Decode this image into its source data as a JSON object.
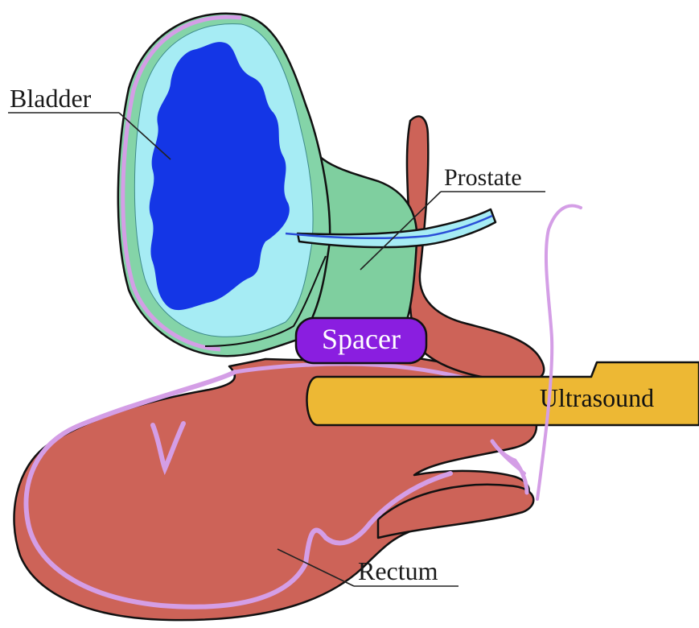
{
  "labels": {
    "bladder": "Bladder",
    "prostate": "Prostate",
    "spacer": "Spacer",
    "ultrasound": "Ultrasound",
    "rectum": "Rectum"
  },
  "colors": {
    "bladder_outer": "#84d4a8",
    "bladder_wall": "#a6ecf4",
    "bladder_lumen": "#1436e6",
    "urethra": "#2a4ed8",
    "prostate": "#7fcf9f",
    "spacer": "#8a1ee0",
    "ultrasound_probe": "#edb834",
    "rectum": "#cd6358",
    "rectum_lining": "#d49ee6",
    "background": "#ffffff"
  }
}
